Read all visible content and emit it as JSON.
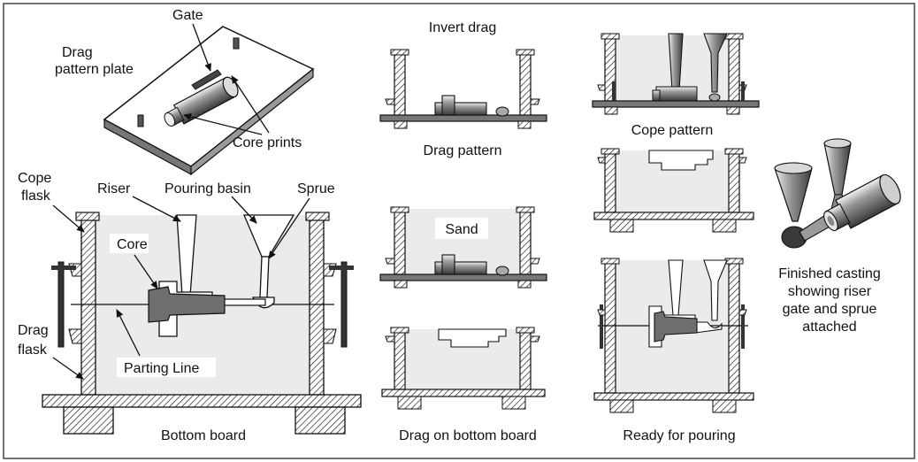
{
  "labels": {
    "gate": "Gate",
    "drag_pattern_plate_1": "Drag",
    "drag_pattern_plate_2": "pattern plate",
    "core_prints": "Core prints",
    "invert_drag": "Invert drag",
    "drag_pattern": "Drag pattern",
    "cope_pattern": "Cope pattern",
    "cope_flask_1": "Cope",
    "cope_flask_2": "flask",
    "riser": "Riser",
    "pouring_basin": "Pouring basin",
    "sprue": "Sprue",
    "core": "Core",
    "parting_line": "Parting Line",
    "drag_flask_1": "Drag",
    "drag_flask_2": "flask",
    "bottom_board": "Bottom board",
    "sand": "Sand",
    "drag_on_bottom_board": "Drag on bottom board",
    "ready_for_pouring": "Ready for pouring",
    "finished_1": "Finished casting",
    "finished_2": "showing riser",
    "finished_3": "gate and sprue",
    "finished_4": "attached"
  },
  "colors": {
    "sand": "#ebebeb",
    "metal": "#6e6e6e",
    "board": "#ffffff",
    "outline": "#111111"
  }
}
